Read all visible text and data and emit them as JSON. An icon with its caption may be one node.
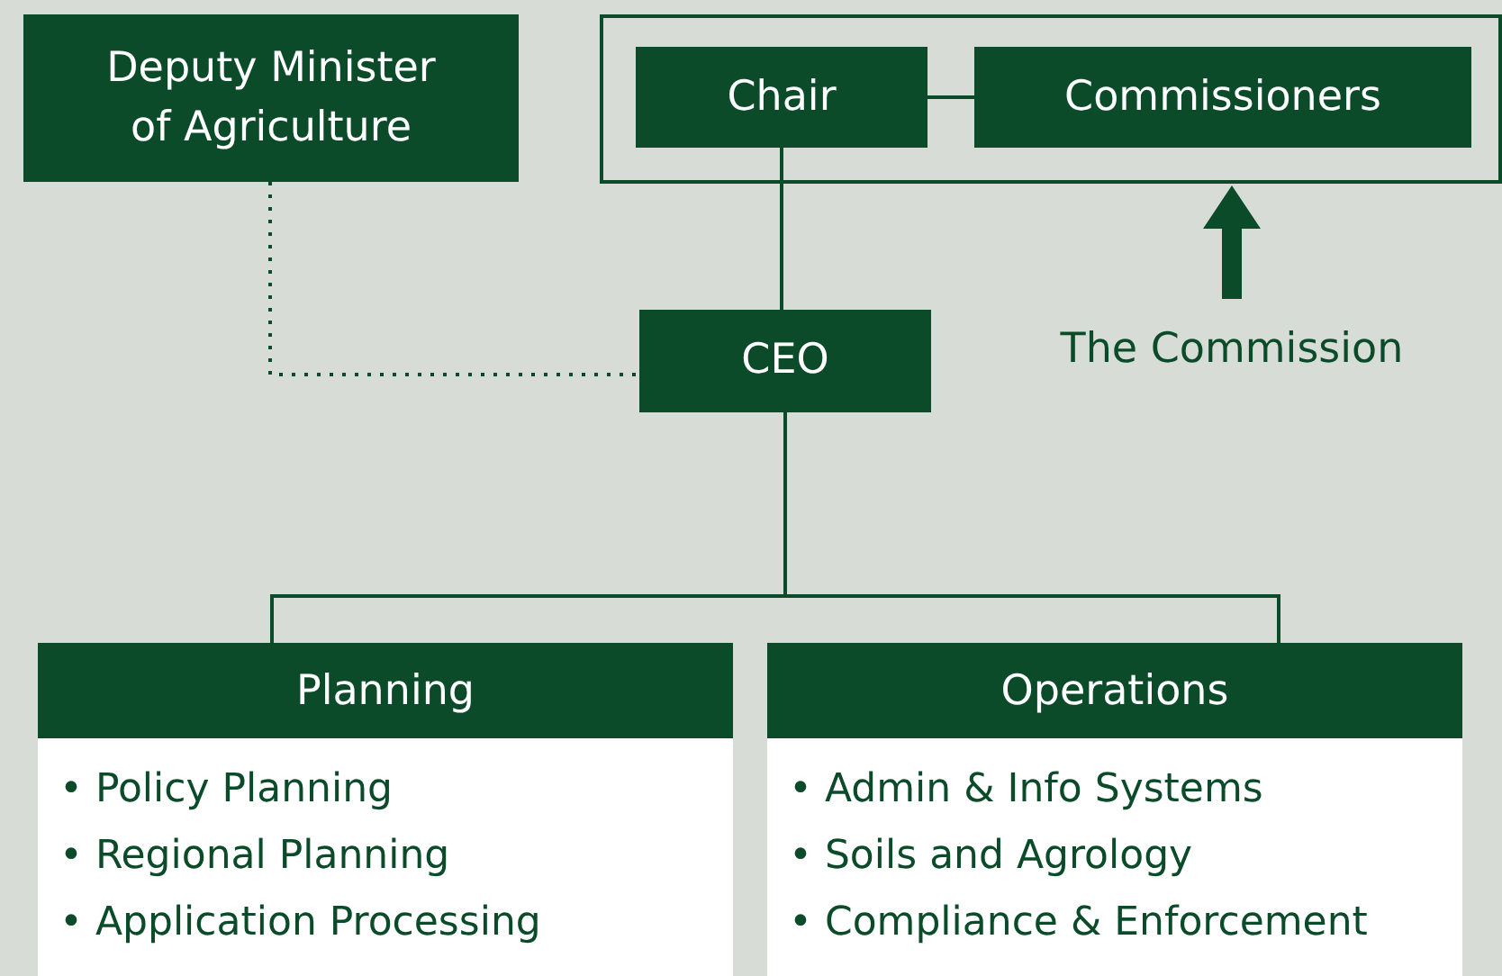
{
  "diagram": {
    "nodes": [
      {
        "text": [
          "Deputy Minister of Agriculture"
        ]
      },
      {
        "text": [],
        "shape": "box"
      },
      {
        "text": [
          "Chair"
        ],
        "in": 1
      },
      {
        "text": [
          "Commissioners"
        ],
        "in": 1
      },
      {
        "text": [
          "CEO"
        ]
      },
      {
        "text": [
          "The Commission"
        ]
      },
      {
        "text": [
          "Planning",
          "• Policy Planning",
          "• Regional Planning",
          "• Application Processing"
        ]
      },
      {
        "text": [
          "Operations",
          "• Admin & Info Systems",
          "• Soils and Agrology",
          "• Compliance & Enforcement"
        ]
      }
    ],
    "edges": [
      {
        "from": 2,
        "to": 3,
        "arrow": "none"
      },
      {
        "from": 2,
        "to": 4,
        "arrow": "none"
      },
      {
        "from": 0,
        "to": 4,
        "arrow": "none",
        "style": "dashed"
      },
      {
        "from": 4,
        "to": 6,
        "arrow": "none"
      },
      {
        "from": 4,
        "to": 7,
        "arrow": "none"
      },
      {
        "from": 5,
        "to": 1,
        "arrow": "to",
        "style": "thick"
      }
    ]
  }
}
